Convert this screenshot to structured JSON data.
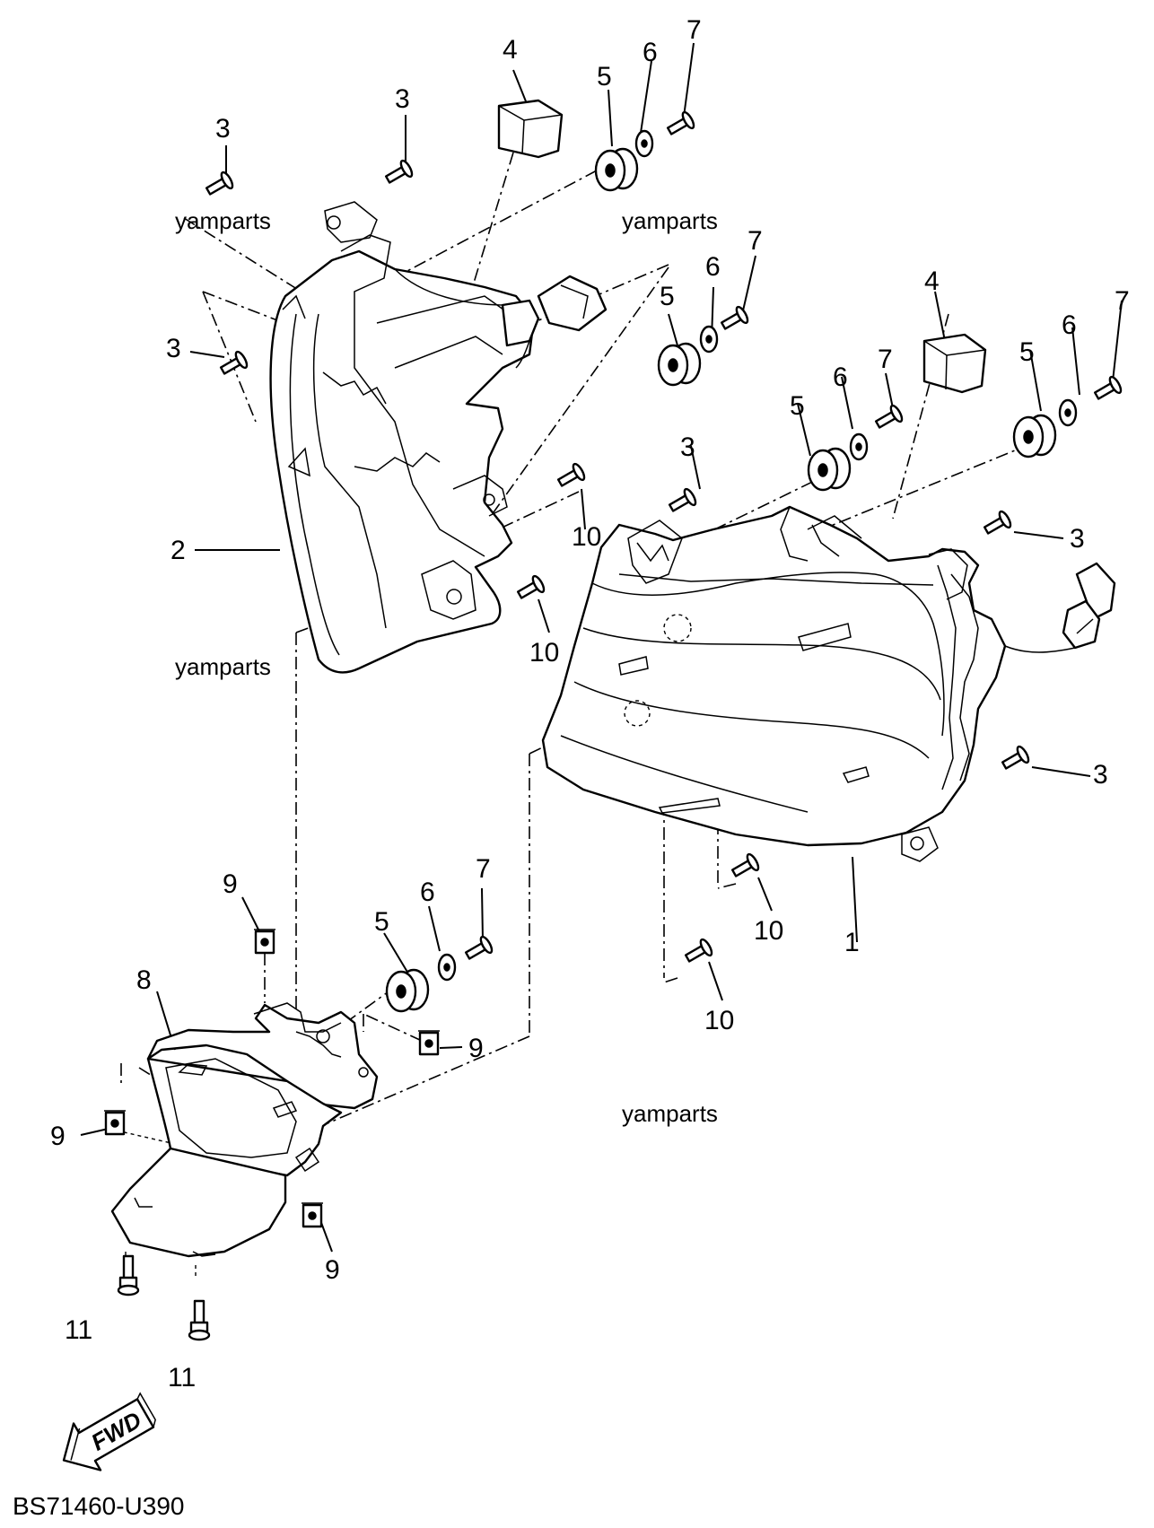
{
  "diagram": {
    "code": "BS71460-U390",
    "watermark": "yamparts",
    "direction_label": "FWD",
    "callouts": {
      "c1": "1",
      "c2": "2",
      "c3": "3",
      "c4": "4",
      "c5": "5",
      "c6": "6",
      "c7": "7",
      "c8": "8",
      "c9": "9",
      "c10": "10",
      "c11": "11"
    }
  }
}
